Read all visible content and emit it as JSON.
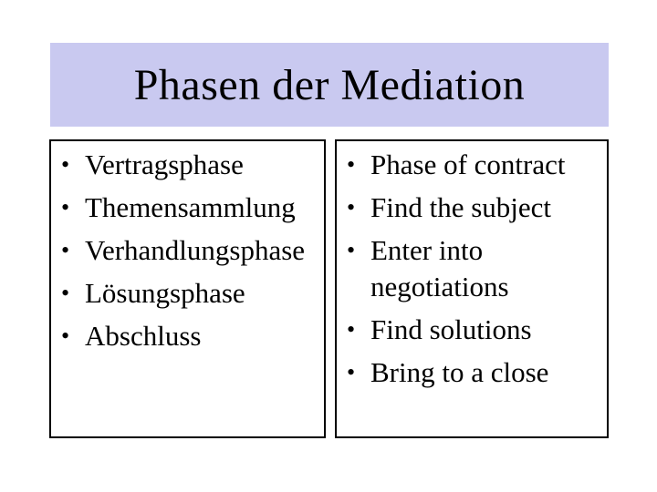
{
  "slide": {
    "title": "Phasen der Mediation",
    "bullet_char": "•",
    "colors": {
      "title_bg": "#c9c9f0",
      "text": "#000000",
      "box_border": "#000000",
      "background": "#ffffff"
    },
    "left_box": {
      "items": [
        "Vertragsphase",
        "Themensammlung",
        "Verhandlungsphase",
        "Lösungsphase",
        "Abschluss"
      ]
    },
    "right_box": {
      "items": [
        "Phase of contract",
        "Find the subject",
        "Enter into negotiations",
        "Find solutions",
        "Bring to a close"
      ]
    }
  }
}
